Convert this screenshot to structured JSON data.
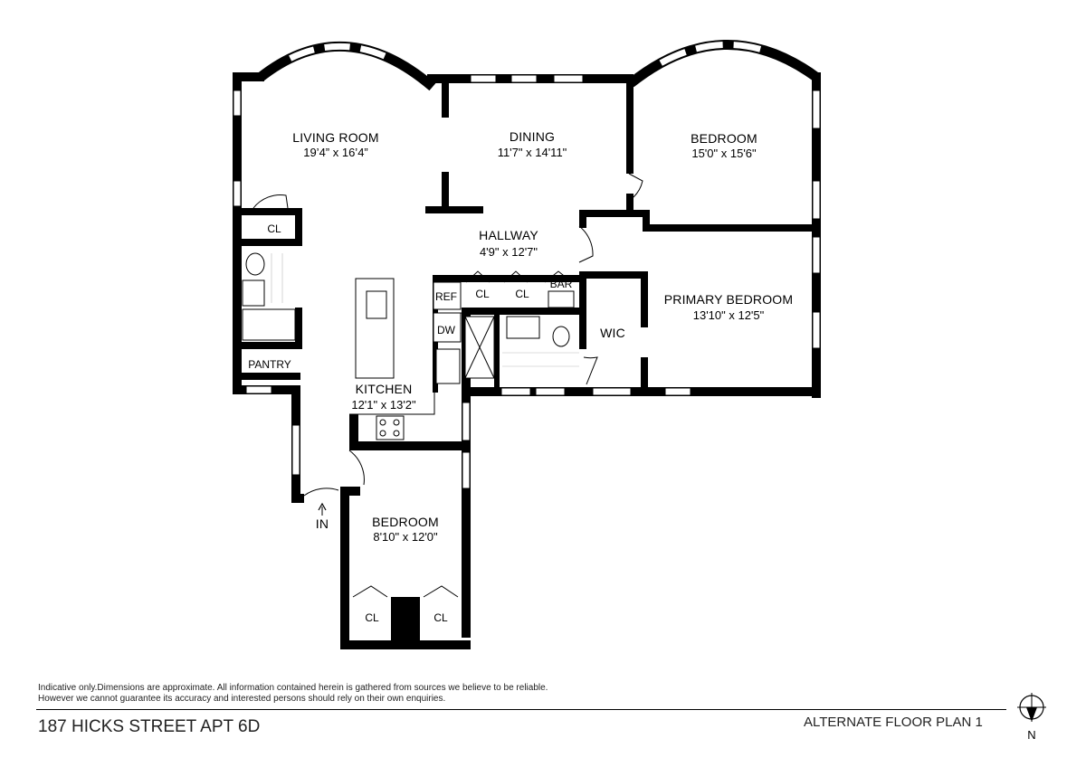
{
  "rooms": {
    "living": {
      "name": "LIVING ROOM",
      "dims": "19’4” x 16’4”"
    },
    "dining": {
      "name": "DINING",
      "dims": "11'7\" x 14'11\""
    },
    "bedroom_ne": {
      "name": "BEDROOM",
      "dims": "15'0\" x 15'6\""
    },
    "hallway": {
      "name": "HALLWAY",
      "dims": "4'9\" x 12'7\""
    },
    "primary": {
      "name": "PRIMARY BEDROOM",
      "dims": "13'10\" x 12'5\""
    },
    "kitchen": {
      "name": "KITCHEN",
      "dims": "12'1\" x 13'2\""
    },
    "bedroom_s": {
      "name": "BEDROOM",
      "dims": "8'10\" x 12'0\""
    }
  },
  "labels": {
    "cl": "CL",
    "ref": "REF",
    "dw": "DW",
    "bar": "BAR",
    "wic": "WIC",
    "pantry": "PANTRY",
    "entry": "IN",
    "north": "N"
  },
  "footer": {
    "disclaimer_line1": "Indicative only.Dimensions are approximate. All information contained herein is gathered from sources we believe to be reliable.",
    "disclaimer_line2": "However we cannot guarantee its accuracy and interested persons should rely on their own enquiries.",
    "address": "187 HICKS STREET APT 6D",
    "plan_title": "ALTERNATE FLOOR PLAN 1"
  }
}
